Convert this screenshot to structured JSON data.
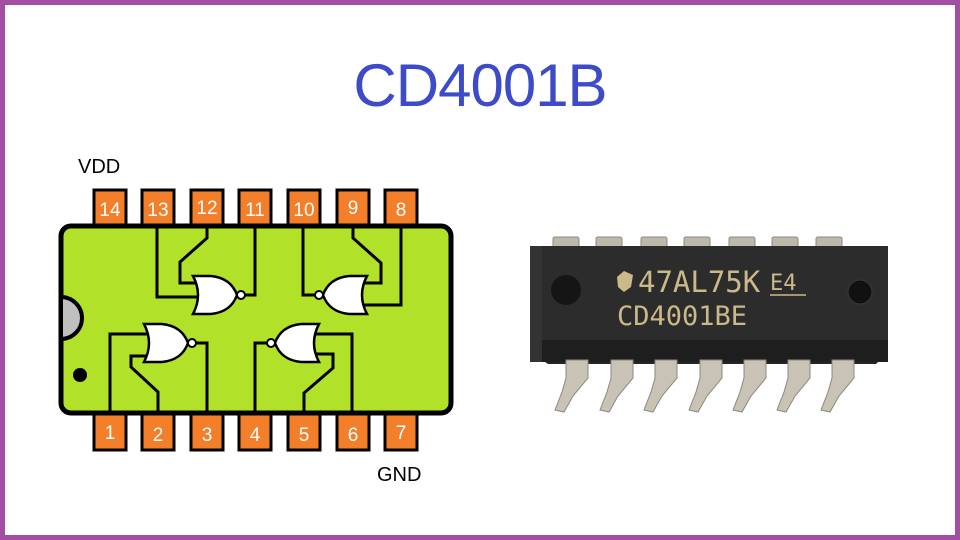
{
  "title": "CD4001B",
  "colors": {
    "border": "#a24ea4",
    "title": "#3d4bc9",
    "chip_body": "#b2e12a",
    "pin": "#f47f2b",
    "notch": "#c0c0c0"
  },
  "labels": {
    "vdd": "VDD",
    "gnd": "GND"
  },
  "pins": {
    "top": [
      "14",
      "13",
      "12",
      "11",
      "10",
      "9",
      "8"
    ],
    "bottom": [
      "1",
      "2",
      "3",
      "4",
      "5",
      "6",
      "7"
    ]
  },
  "gates": [
    {
      "type": "NOR",
      "inputs": [
        "1",
        "2"
      ],
      "output": "3"
    },
    {
      "type": "NOR",
      "inputs": [
        "5",
        "6"
      ],
      "output": "4"
    },
    {
      "type": "NOR",
      "inputs": [
        "8",
        "9"
      ],
      "output": "10"
    },
    {
      "type": "NOR",
      "inputs": [
        "12",
        "13"
      ],
      "output": "11"
    }
  ],
  "photo": {
    "marking_line1": "47AL75K",
    "marking_suffix": "E4",
    "marking_line2": "CD4001BE",
    "logo": "ti-logo"
  }
}
